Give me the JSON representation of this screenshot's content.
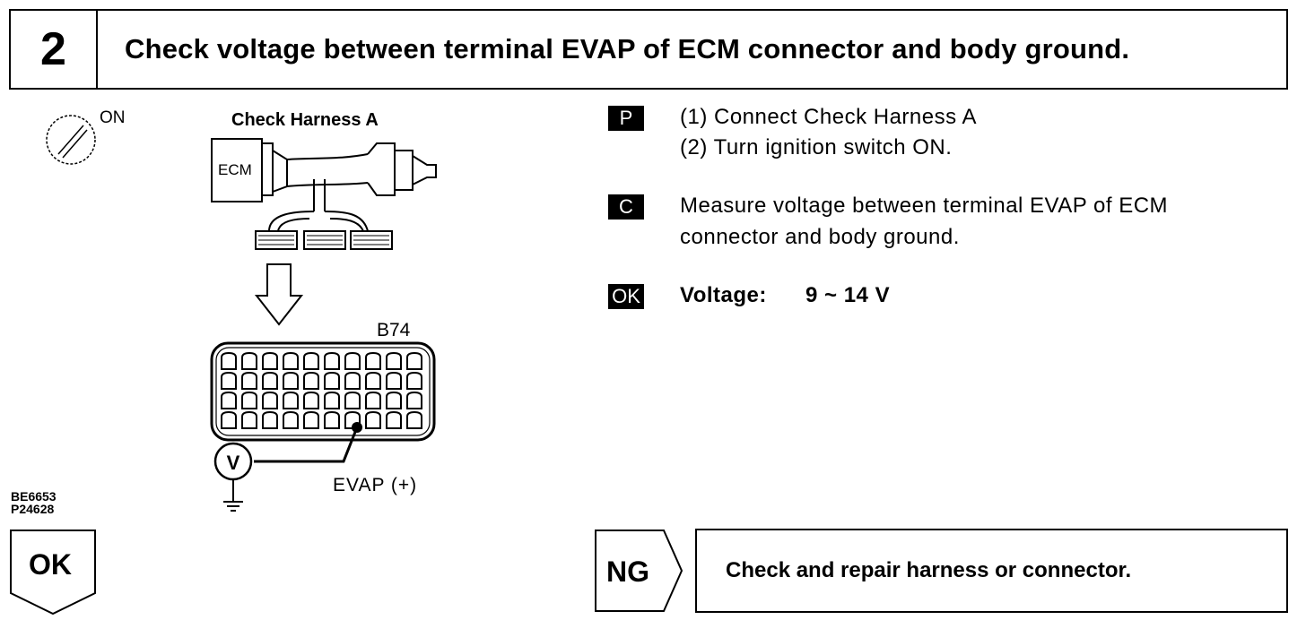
{
  "header": {
    "step_number": "2",
    "title": "Check voltage between terminal EVAP of ECM connector and body ground."
  },
  "diagram": {
    "ignition_label": "ON",
    "harness_title": "Check Harness A",
    "ecm_label": "ECM",
    "connector_id": "B74",
    "probe_label": "EVAP (+)",
    "meter_label": "V",
    "figure_codes": [
      "BE6653",
      "P24628"
    ]
  },
  "steps": {
    "prep_tag": "P",
    "prep_lines": [
      "(1) Connect Check Harness A",
      "(2) Turn ignition switch ON."
    ],
    "check_tag": "C",
    "check_lines": [
      "Measure voltage between terminal EVAP of ECM",
      "connector and body ground."
    ],
    "ok_tag": "OK",
    "ok_label": "Voltage:",
    "ok_value": "9 ~ 14 V"
  },
  "results": {
    "ok_label": "OK",
    "ng_label": "NG",
    "ng_action": "Check and repair harness or connector."
  }
}
